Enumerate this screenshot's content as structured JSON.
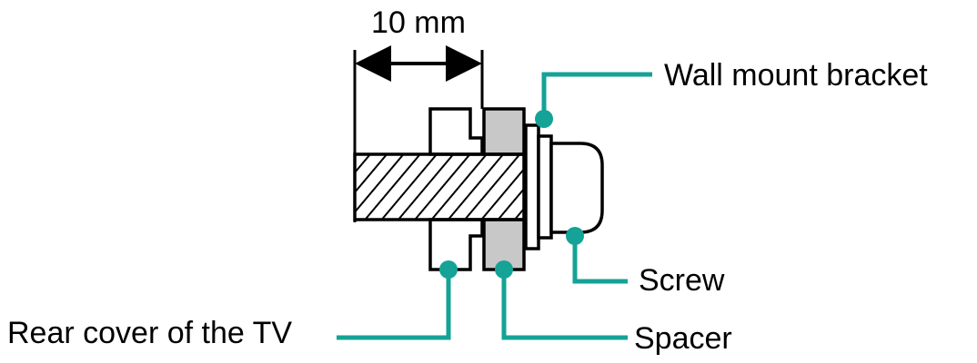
{
  "dimension": {
    "text": "10 mm"
  },
  "labels": {
    "wall_mount_bracket": "Wall mount bracket",
    "screw": "Screw",
    "rear_cover": "Rear cover of the TV",
    "spacer": "Spacer"
  },
  "colors": {
    "leader": "#14a396",
    "spacer_fill": "#c8c8c8",
    "outline": "#000000"
  }
}
